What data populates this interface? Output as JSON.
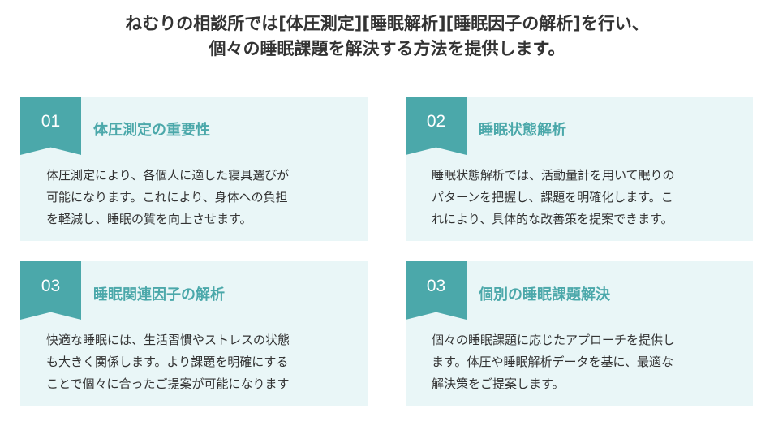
{
  "headline": {
    "line1": "ねむりの相談所では[体圧測定][睡眠解析][睡眠因子の解析]を行い、",
    "line2": "個々の睡眠課題を解決する方法を提供します。"
  },
  "colors": {
    "accent": "#4ba8aa",
    "card_background": "#e9f6f7",
    "text": "#333333"
  },
  "cards": [
    {
      "number": "01",
      "title": "体圧測定の重要性",
      "body": [
        "体圧測定により、各個人に適した寝具選びが",
        "可能になります。これにより、身体への負担",
        "を軽減し、睡眠の質を向上させます。"
      ]
    },
    {
      "number": "02",
      "title": "睡眠状態解析",
      "body": [
        "睡眠状態解析では、活動量計を用いて眠りの",
        "パターンを把握し、課題を明確化します。こ",
        "れにより、具体的な改善策を提案できます。"
      ]
    },
    {
      "number": "03",
      "title": "睡眠関連因子の解析",
      "body": [
        "快適な睡眠には、生活習慣やストレスの状態",
        "も大きく関係します。より課題を明確にする",
        "ことで個々に合ったご提案が可能になります"
      ]
    },
    {
      "number": "03",
      "title": "個別の睡眠課題解決",
      "body": [
        "個々の睡眠課題に応じたアプローチを提供し",
        "ます。体圧や睡眠解析データを基に、最適な",
        "解決策をご提案します。"
      ]
    }
  ]
}
